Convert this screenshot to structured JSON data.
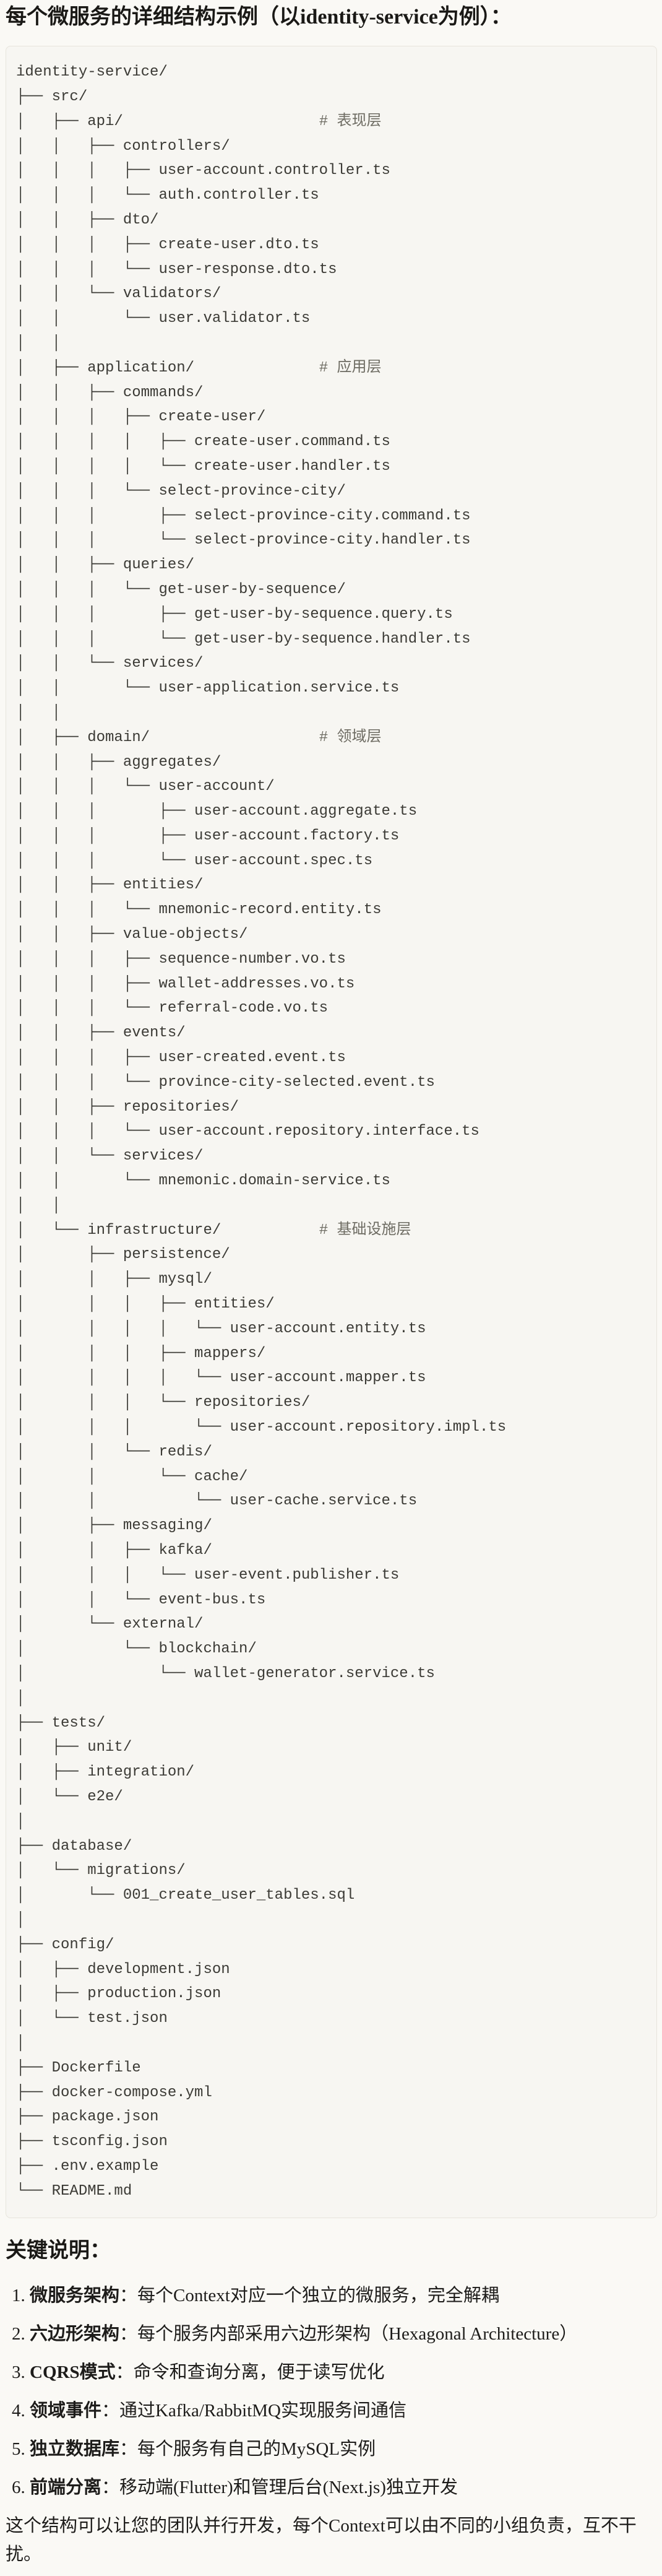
{
  "title": "每个微服务的详细结构示例（以identity-service为例）：",
  "colors": {
    "page_bg": "#FAF9F5",
    "code_bg": "#F7F6F2",
    "code_border": "#E7E4DC",
    "code_text": "#3B3A35",
    "comment_text": "#6E6C63",
    "body_text": "#1D1C1A"
  },
  "tree": {
    "lines": [
      {
        "t": "identity-service/"
      },
      {
        "t": "├── src/"
      },
      {
        "t": "│   ├── api/                      ",
        "c": "# 表现层"
      },
      {
        "t": "│   │   ├── controllers/"
      },
      {
        "t": "│   │   │   ├── user-account.controller.ts"
      },
      {
        "t": "│   │   │   └── auth.controller.ts"
      },
      {
        "t": "│   │   ├── dto/"
      },
      {
        "t": "│   │   │   ├── create-user.dto.ts"
      },
      {
        "t": "│   │   │   └── user-response.dto.ts"
      },
      {
        "t": "│   │   └── validators/"
      },
      {
        "t": "│   │       └── user.validator.ts"
      },
      {
        "t": "│   │"
      },
      {
        "t": "│   ├── application/              ",
        "c": "# 应用层"
      },
      {
        "t": "│   │   ├── commands/"
      },
      {
        "t": "│   │   │   ├── create-user/"
      },
      {
        "t": "│   │   │   │   ├── create-user.command.ts"
      },
      {
        "t": "│   │   │   │   └── create-user.handler.ts"
      },
      {
        "t": "│   │   │   └── select-province-city/"
      },
      {
        "t": "│   │   │       ├── select-province-city.command.ts"
      },
      {
        "t": "│   │   │       └── select-province-city.handler.ts"
      },
      {
        "t": "│   │   ├── queries/"
      },
      {
        "t": "│   │   │   └── get-user-by-sequence/"
      },
      {
        "t": "│   │   │       ├── get-user-by-sequence.query.ts"
      },
      {
        "t": "│   │   │       └── get-user-by-sequence.handler.ts"
      },
      {
        "t": "│   │   └── services/"
      },
      {
        "t": "│   │       └── user-application.service.ts"
      },
      {
        "t": "│   │"
      },
      {
        "t": "│   ├── domain/                   ",
        "c": "# 领域层"
      },
      {
        "t": "│   │   ├── aggregates/"
      },
      {
        "t": "│   │   │   └── user-account/"
      },
      {
        "t": "│   │   │       ├── user-account.aggregate.ts"
      },
      {
        "t": "│   │   │       ├── user-account.factory.ts"
      },
      {
        "t": "│   │   │       └── user-account.spec.ts"
      },
      {
        "t": "│   │   ├── entities/"
      },
      {
        "t": "│   │   │   └── mnemonic-record.entity.ts"
      },
      {
        "t": "│   │   ├── value-objects/"
      },
      {
        "t": "│   │   │   ├── sequence-number.vo.ts"
      },
      {
        "t": "│   │   │   ├── wallet-addresses.vo.ts"
      },
      {
        "t": "│   │   │   └── referral-code.vo.ts"
      },
      {
        "t": "│   │   ├── events/"
      },
      {
        "t": "│   │   │   ├── user-created.event.ts"
      },
      {
        "t": "│   │   │   └── province-city-selected.event.ts"
      },
      {
        "t": "│   │   ├── repositories/"
      },
      {
        "t": "│   │   │   └── user-account.repository.interface.ts"
      },
      {
        "t": "│   │   └── services/"
      },
      {
        "t": "│   │       └── mnemonic.domain-service.ts"
      },
      {
        "t": "│   │"
      },
      {
        "t": "│   └── infrastructure/           ",
        "c": "# 基础设施层"
      },
      {
        "t": "│       ├── persistence/"
      },
      {
        "t": "│       │   ├── mysql/"
      },
      {
        "t": "│       │   │   ├── entities/"
      },
      {
        "t": "│       │   │   │   └── user-account.entity.ts"
      },
      {
        "t": "│       │   │   ├── mappers/"
      },
      {
        "t": "│       │   │   │   └── user-account.mapper.ts"
      },
      {
        "t": "│       │   │   └── repositories/"
      },
      {
        "t": "│       │   │       └── user-account.repository.impl.ts"
      },
      {
        "t": "│       │   └── redis/"
      },
      {
        "t": "│       │       └── cache/"
      },
      {
        "t": "│       │           └── user-cache.service.ts"
      },
      {
        "t": "│       ├── messaging/"
      },
      {
        "t": "│       │   ├── kafka/"
      },
      {
        "t": "│       │   │   └── user-event.publisher.ts"
      },
      {
        "t": "│       │   └── event-bus.ts"
      },
      {
        "t": "│       └── external/"
      },
      {
        "t": "│           └── blockchain/"
      },
      {
        "t": "│               └── wallet-generator.service.ts"
      },
      {
        "t": "│"
      },
      {
        "t": "├── tests/"
      },
      {
        "t": "│   ├── unit/"
      },
      {
        "t": "│   ├── integration/"
      },
      {
        "t": "│   └── e2e/"
      },
      {
        "t": "│"
      },
      {
        "t": "├── database/"
      },
      {
        "t": "│   └── migrations/"
      },
      {
        "t": "│       └── 001_create_user_tables.sql"
      },
      {
        "t": "│"
      },
      {
        "t": "├── config/"
      },
      {
        "t": "│   ├── development.json"
      },
      {
        "t": "│   ├── production.json"
      },
      {
        "t": "│   └── test.json"
      },
      {
        "t": "│"
      },
      {
        "t": "├── Dockerfile"
      },
      {
        "t": "├── docker-compose.yml"
      },
      {
        "t": "├── package.json"
      },
      {
        "t": "├── tsconfig.json"
      },
      {
        "t": "├── .env.example"
      },
      {
        "t": "└── README.md"
      }
    ]
  },
  "notes": {
    "heading": "关键说明：",
    "items": [
      {
        "num": "1. ",
        "term": "微服务架构",
        "text": "：每个Context对应一个独立的微服务，完全解耦"
      },
      {
        "num": "2. ",
        "term": "六边形架构",
        "text": "：每个服务内部采用六边形架构（Hexagonal Architecture）"
      },
      {
        "num": "3. ",
        "term": "CQRS模式",
        "text": "：命令和查询分离，便于读写优化"
      },
      {
        "num": "4. ",
        "term": "领域事件",
        "text": "：通过Kafka/RabbitMQ实现服务间通信"
      },
      {
        "num": "5. ",
        "term": "独立数据库",
        "text": "：每个服务有自己的MySQL实例"
      },
      {
        "num": "6. ",
        "term": "前端分离",
        "text": "：移动端(Flutter)和管理后台(Next.js)独立开发"
      }
    ]
  },
  "closing": "这个结构可以让您的团队并行开发，每个Context可以由不同的小组负责，互不干扰。"
}
